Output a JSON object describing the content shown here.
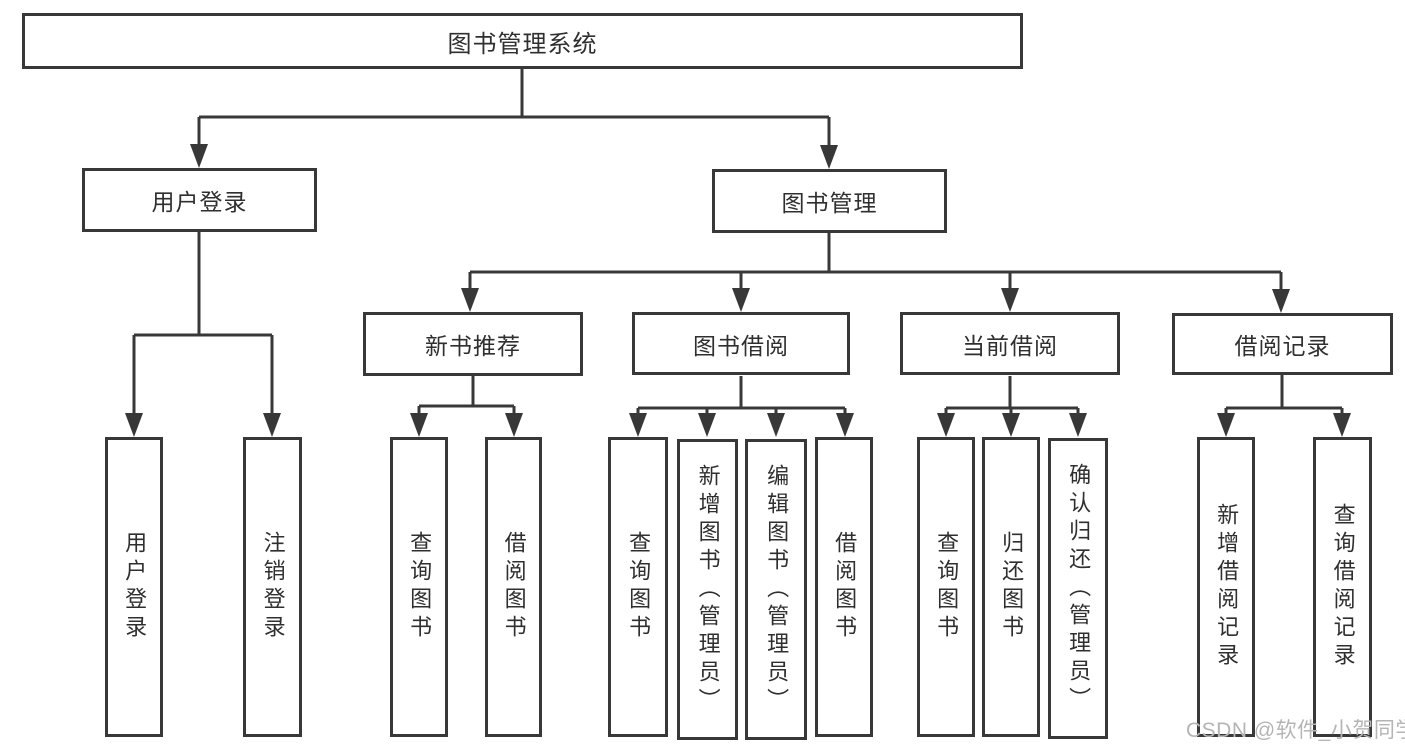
{
  "diagram_title": "图书管理系统",
  "tree": {
    "label": "图书管理系统",
    "children": [
      {
        "label": "用户登录",
        "children": [
          {
            "label": "用户登录"
          },
          {
            "label": "注销登录"
          }
        ]
      },
      {
        "label": "图书管理",
        "children": [
          {
            "label": "新书推荐",
            "children": [
              {
                "label": "查询图书"
              },
              {
                "label": "借阅图书"
              }
            ]
          },
          {
            "label": "图书借阅",
            "children": [
              {
                "label": "查询图书"
              },
              {
                "label": "新增图书（管理员）"
              },
              {
                "label": "编辑图书（管理员）"
              },
              {
                "label": "借阅图书"
              }
            ]
          },
          {
            "label": "当前借阅",
            "children": [
              {
                "label": "查询图书"
              },
              {
                "label": "归还图书"
              },
              {
                "label": "确认归还（管理员）"
              }
            ]
          },
          {
            "label": "借阅记录",
            "children": [
              {
                "label": "新增借阅记录"
              },
              {
                "label": "查询借阅记录"
              }
            ]
          }
        ]
      }
    ]
  },
  "watermark": {
    "text": "CSDN @软件_小贺同学"
  },
  "colors": {
    "line": "#383838",
    "text": "#2f2f2f",
    "background": "#ffffff",
    "watermark": "#b5b5b5"
  }
}
